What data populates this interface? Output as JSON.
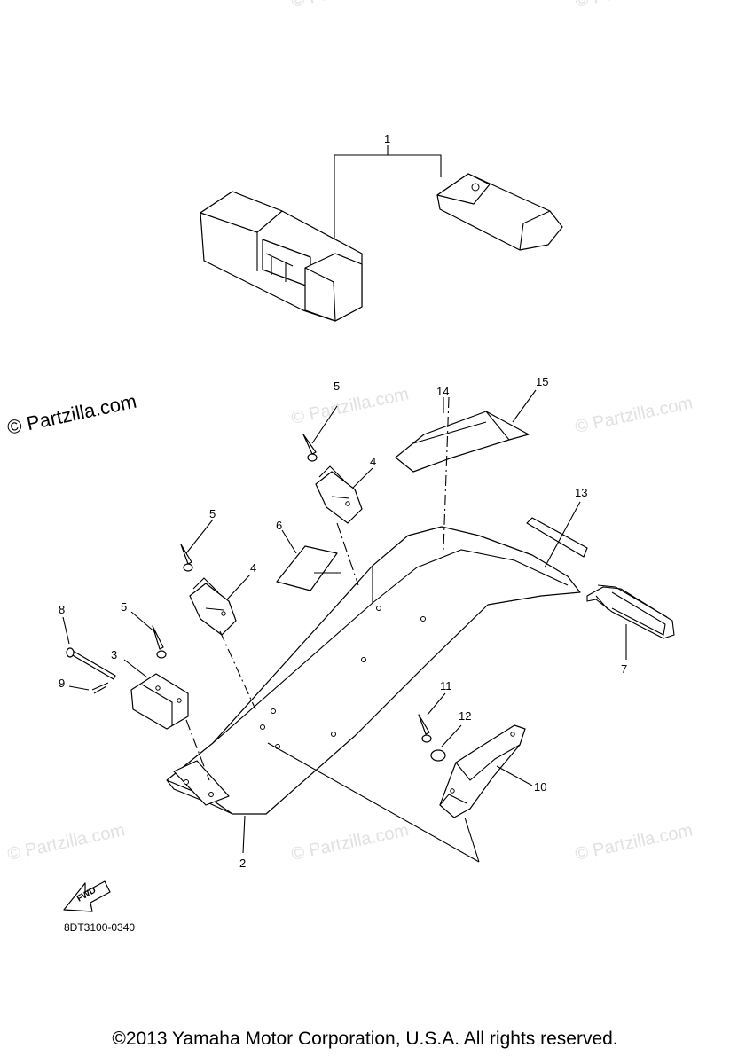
{
  "watermarks": {
    "main": "© Partzilla.com",
    "faded": "© Partzilla.com"
  },
  "callouts": [
    "1",
    "2",
    "3",
    "4",
    "4",
    "5",
    "5",
    "5",
    "6",
    "7",
    "8",
    "9",
    "10",
    "11",
    "12",
    "13",
    "14",
    "15"
  ],
  "diagram_code": "8DT3100-0340",
  "fwd_label": "FWD",
  "copyright": "©2013 Yamaha Motor Corporation, U.S.A. All rights reserved."
}
